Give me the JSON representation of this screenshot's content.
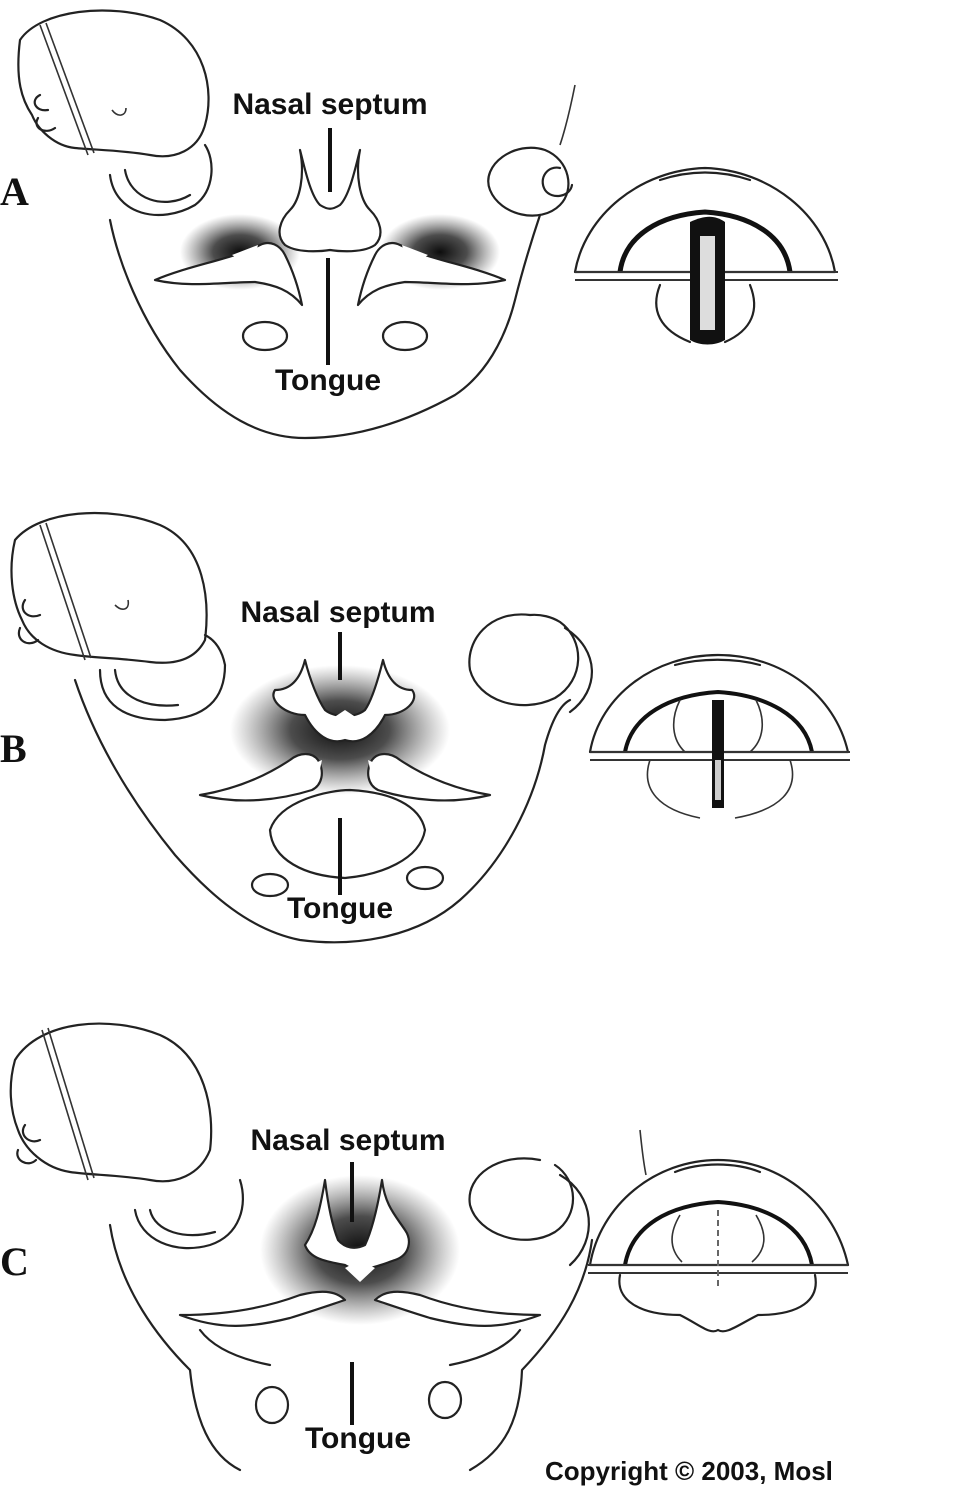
{
  "panels": [
    {
      "letter": "A",
      "top_label": "Nasal septum",
      "bottom_label": "Tongue"
    },
    {
      "letter": "B",
      "top_label": "Nasal septum",
      "bottom_label": "Tongue"
    },
    {
      "letter": "C",
      "top_label": "Nasal septum",
      "bottom_label": "Tongue"
    }
  ],
  "copyright": "Copyright © 2003, Mosl",
  "colors": {
    "line": "#222222",
    "shade": "#1a1a1a",
    "background": "#ffffff"
  }
}
